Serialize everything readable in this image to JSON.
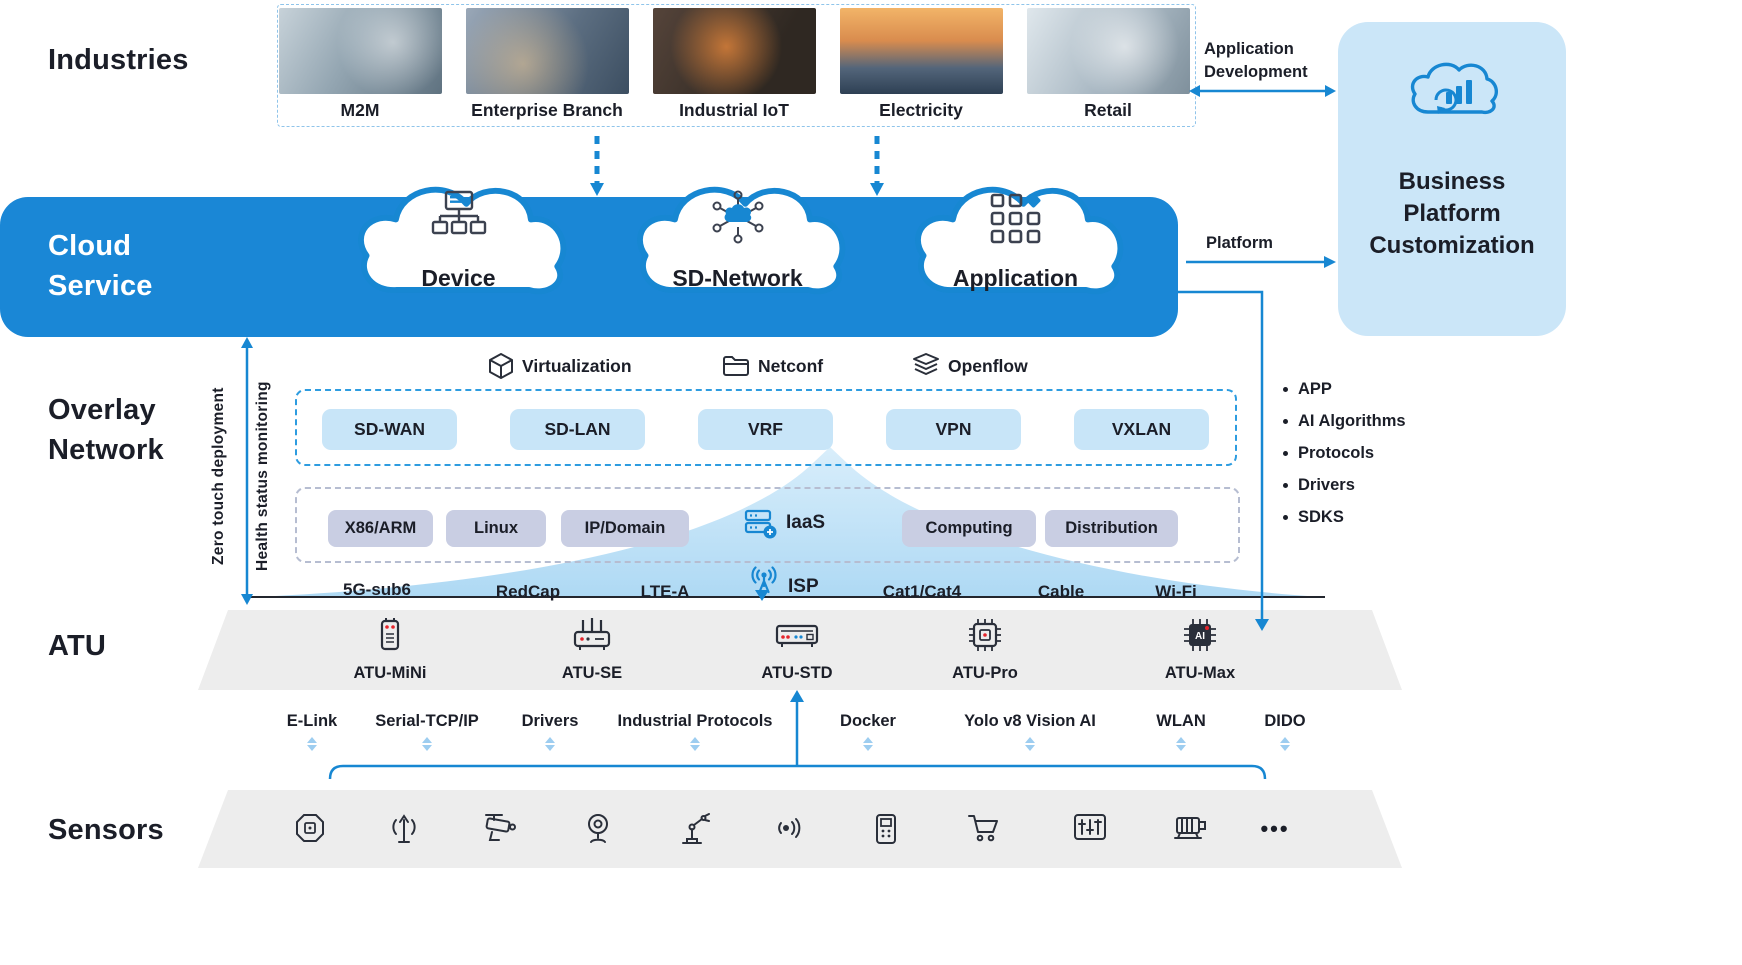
{
  "industries": {
    "label": "Industries",
    "items": [
      "M2M",
      "Enterprise Branch",
      "Industrial IoT",
      "Electricity",
      "Retail"
    ]
  },
  "application_development": {
    "line1": "Application",
    "line2": "Development"
  },
  "business_platform": {
    "line1": "Business",
    "line2": "Platform",
    "line3": "Customization"
  },
  "cloud_service": {
    "label_line1": "Cloud",
    "label_line2": "Service",
    "clouds": [
      "Device",
      "SD-Network",
      "Application"
    ],
    "platform_label": "Platform"
  },
  "overlay_network": {
    "label_line1": "Overlay",
    "label_line2": "Network",
    "vertical_arrow_left": "Zero touch deployment",
    "vertical_arrow_right": "Health status monitoring",
    "control_protocols": [
      "Virtualization",
      "Netconf",
      "Openflow"
    ],
    "overlay_services": [
      "SD-WAN",
      "SD-LAN",
      "VRF",
      "VPN",
      "VXLAN"
    ],
    "infrastructure": [
      "X86/ARM",
      "Linux",
      "IP/Domain",
      "Computing",
      "Distribution"
    ],
    "iaas_label": "IaaS",
    "capabilities": [
      "APP",
      "AI Algorithms",
      "Protocols",
      "Drivers",
      "SDKS"
    ],
    "access_technologies": [
      "5G-sub6",
      "RedCap",
      "LTE-A",
      "ISP",
      "Cat1/Cat4",
      "Cable",
      "Wi-Fi"
    ]
  },
  "atu": {
    "label": "ATU",
    "devices": [
      "ATU-MiNi",
      "ATU-SE",
      "ATU-STD",
      "ATU-Pro",
      "ATU-Max"
    ],
    "features": [
      "E-Link",
      "Serial-TCP/IP",
      "Drivers",
      "Industrial Protocols",
      "Docker",
      "Yolo v8 Vision AI",
      "WLAN",
      "DIDO"
    ]
  },
  "sensors": {
    "label": "Sensors",
    "ellipsis": "•••",
    "icons": [
      "chip-sensor",
      "rf-antenna-sensor",
      "cctv-camera",
      "webcam",
      "robot-arm",
      "ultrasonic-sensor",
      "handheld-meter",
      "shopping-cart",
      "control-panel",
      "motor"
    ]
  },
  "colors": {
    "primary_blue": "#1787d2",
    "banner_blue": "#1a87d6",
    "light_blue_fill": "#c8e5f8",
    "business_box_fill": "#cbe6f8",
    "lavender_fill": "#c9cee3",
    "band_gray": "#ededed",
    "text_dark": "#1b1e28",
    "led_red": "#e5252c"
  }
}
